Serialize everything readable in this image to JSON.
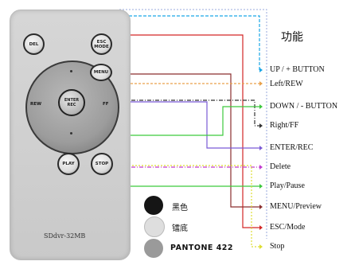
{
  "diagram": {
    "title": "功能",
    "model": "SDdvr-32MB",
    "buttons": {
      "del": "DEL",
      "esc_mode": "ESC MODE",
      "menu": "MENU",
      "enter_rec": "ENTER REC",
      "rew": "REW",
      "ff": "FF",
      "play": "PLAY",
      "stop": "STOP"
    },
    "functions": [
      {
        "label": "UP / + BUTTON",
        "color": "#1aa6e6"
      },
      {
        "label": "Left/REW",
        "color": "#e9a04a"
      },
      {
        "label": "DOWN / - BUTTON",
        "color": "#3cc93c"
      },
      {
        "label": "Right/FF",
        "color": "#333333"
      },
      {
        "label": "ENTER/REC",
        "color": "#7a5ad6"
      },
      {
        "label": "Delete",
        "color": "#c23bd1"
      },
      {
        "label": "Play/Pause",
        "color": "#3cc93c"
      },
      {
        "label": "MENU/Preview",
        "color": "#8a2e2e"
      },
      {
        "label": "ESC/Mode",
        "color": "#d32626"
      },
      {
        "label": "Stop",
        "color": "#dede32"
      }
    ],
    "swatches": [
      {
        "label": "黑色",
        "color": "#151515"
      },
      {
        "label": "镭底",
        "color": "#dedede"
      },
      {
        "label": "PANTONE 422",
        "color": "#9a9a9a"
      }
    ]
  }
}
